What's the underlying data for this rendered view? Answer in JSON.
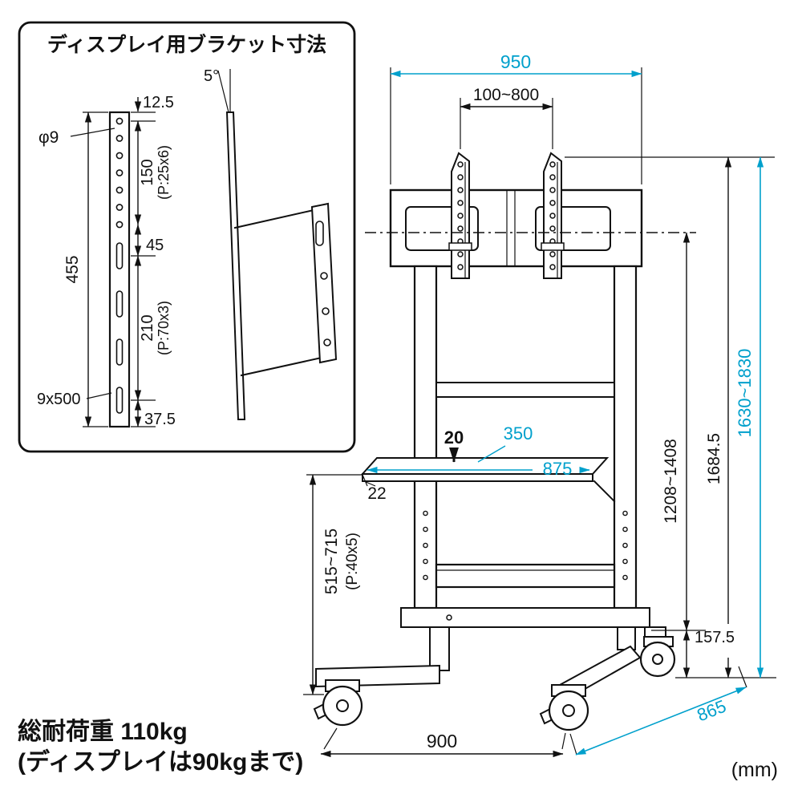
{
  "colors": {
    "accent_cyan": "#00a0cc",
    "line": "#111111",
    "background": "#ffffff"
  },
  "inset": {
    "title": "ディスプレイ用ブラケット寸法",
    "front_view": {
      "hole_diameter": "φ9",
      "top_offset": "12.5",
      "upper_pitch": "150",
      "upper_pitch_note": "(P:25x6)",
      "mid_gap": "45",
      "total_height": "455",
      "lower_pitch": "210",
      "lower_pitch_note": "(P:70x3)",
      "slot_size": "9x500",
      "bottom_offset": "37.5"
    },
    "side_view": {
      "tilt_angle": "5°"
    }
  },
  "main": {
    "width_top": "950",
    "bracket_span": "100~800",
    "height_range": "1630~1830",
    "height_fixed": "1684.5",
    "column_height": "1208~1408",
    "base_height": "157.5",
    "depth": "865",
    "base_width": "900",
    "shelf_depth": "350",
    "shelf_width": "875",
    "shelf_gap": "20",
    "shelf_thickness": "22",
    "shelf_height_range": "515~715",
    "shelf_pitch_note": "(P:40x5)"
  },
  "footer": {
    "load_line1": "総耐荷重 110kg",
    "load_line2": "(ディスプレイは90kgまで)",
    "unit": "(mm)"
  }
}
